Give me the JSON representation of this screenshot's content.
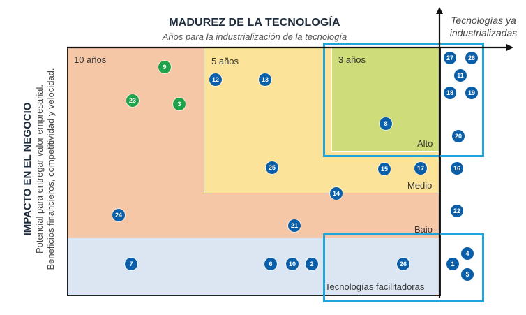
{
  "header": {
    "title": "MADUREZ DE LA TECNOLOGÍA",
    "subtitle": "Años para la industrialización de la tecnología",
    "top_right_note_line1": "Tecnologías ya",
    "top_right_note_line2": "industrializadas"
  },
  "y_axis": {
    "title": "IMPACTO EN EL NEGOCIO",
    "subtitle_line1": "Potencial para entregar valor empresarial.",
    "subtitle_line2": "Beneficios financieros, competitividad y velocidad."
  },
  "zones": {
    "ten_years": "10 años",
    "five_years": "5 años",
    "three_years": "3 años",
    "alto": "Alto",
    "medio": "Medio",
    "bajo": "Bajo",
    "enabling": "Tecnologías facilitadoras"
  },
  "colors": {
    "zone_10": "#f6c7a6",
    "zone_5": "#fbe39a",
    "zone_3": "#cfdc7a",
    "zone_enabling": "#dce6f2",
    "marker_blue": "#0b5fa8",
    "marker_green": "#1fa24a",
    "highlight": "#1fa4dc"
  },
  "markers": [
    {
      "label": "9",
      "color": "green"
    },
    {
      "label": "23",
      "color": "green"
    },
    {
      "label": "3",
      "color": "green"
    },
    {
      "label": "12",
      "color": "blue"
    },
    {
      "label": "13",
      "color": "blue"
    },
    {
      "label": "8",
      "color": "blue"
    },
    {
      "label": "25",
      "color": "blue"
    },
    {
      "label": "15",
      "color": "blue"
    },
    {
      "label": "17",
      "color": "blue"
    },
    {
      "label": "14",
      "color": "blue"
    },
    {
      "label": "24",
      "color": "blue"
    },
    {
      "label": "21",
      "color": "blue"
    },
    {
      "label": "7",
      "color": "blue"
    },
    {
      "label": "6",
      "color": "blue"
    },
    {
      "label": "10",
      "color": "blue"
    },
    {
      "label": "2",
      "color": "blue"
    },
    {
      "label": "26",
      "color": "blue"
    },
    {
      "label": "27",
      "color": "blue"
    },
    {
      "label": "26",
      "color": "blue"
    },
    {
      "label": "11",
      "color": "blue"
    },
    {
      "label": "18",
      "color": "blue"
    },
    {
      "label": "19",
      "color": "blue"
    },
    {
      "label": "20",
      "color": "blue"
    },
    {
      "label": "16",
      "color": "blue"
    },
    {
      "label": "22",
      "color": "blue"
    },
    {
      "label": "4",
      "color": "blue"
    },
    {
      "label": "1",
      "color": "blue"
    },
    {
      "label": "5",
      "color": "blue"
    }
  ]
}
